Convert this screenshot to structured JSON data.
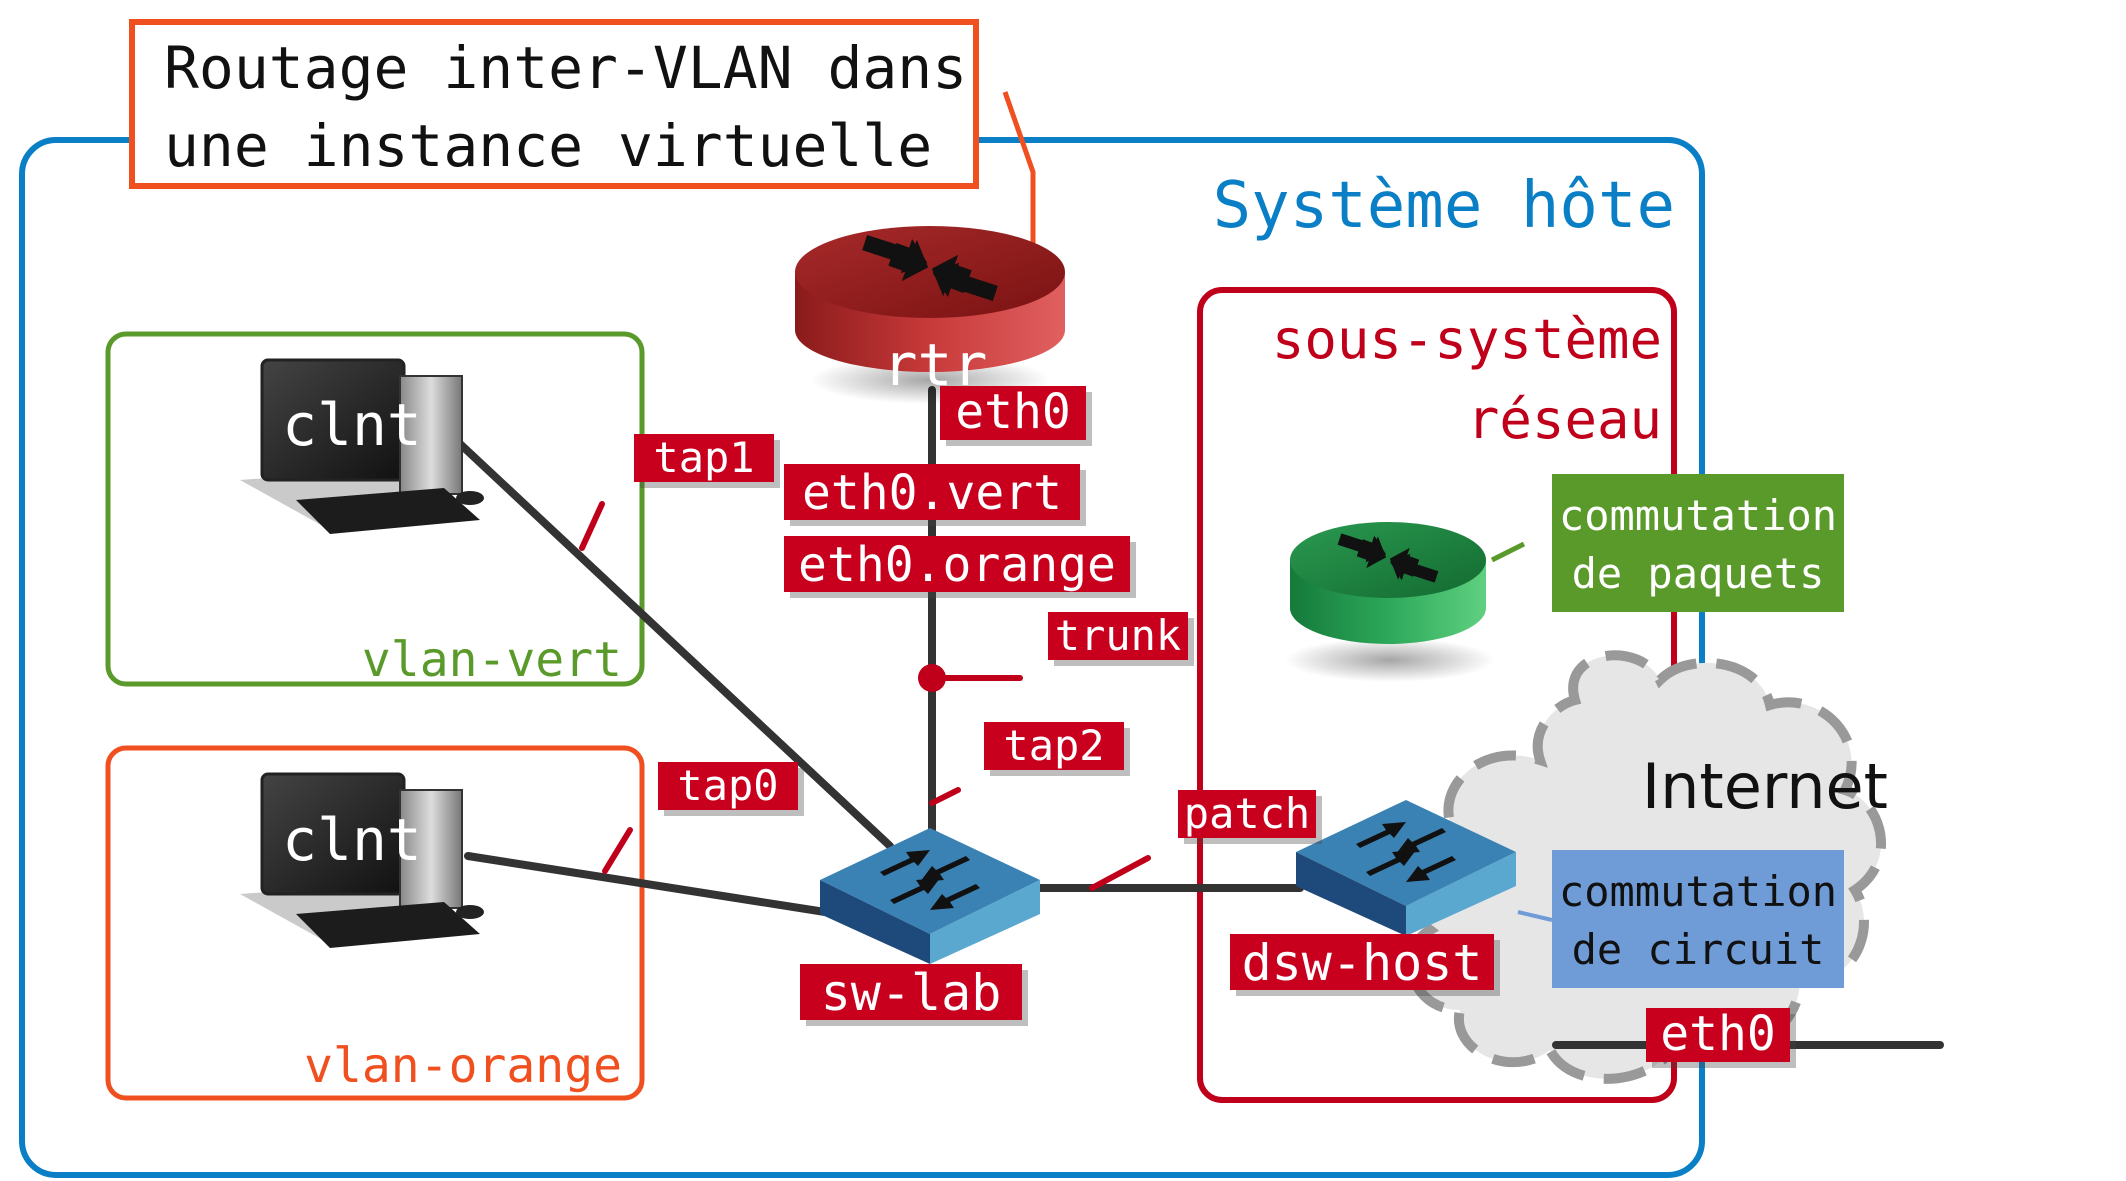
{
  "colors": {
    "host_blue": "#0a7fc6",
    "subsystem_red": "#c0001a",
    "tag_red": "#c8001e",
    "green": "#5a9a2a",
    "orange": "#f05020",
    "cable": "#333333",
    "cloud_gray": "#999999",
    "cloud_fill": "#e6e6e6",
    "blue_box": "#6f9bd6"
  },
  "title": {
    "line1": "Routage inter-VLAN dans",
    "line2": "une instance virtuelle"
  },
  "host_label": "Système hôte",
  "subsystem": {
    "line1": "sous-système",
    "line2": "réseau"
  },
  "vlans": {
    "green": "vlan-vert",
    "orange": "vlan-orange"
  },
  "clients": {
    "top": "clnt",
    "bottom": "clnt"
  },
  "router": {
    "name": "rtr",
    "iface": "eth0"
  },
  "subinterfaces": {
    "vert": "eth0.vert",
    "orange": "eth0.orange"
  },
  "tags": {
    "tap1": "tap1",
    "tap0": "tap0",
    "tap2": "tap2",
    "trunk": "trunk",
    "patch": "patch"
  },
  "switches": {
    "lab": "sw-lab",
    "host": "dsw-host"
  },
  "internet": {
    "label": "Internet",
    "iface": "eth0"
  },
  "notes": {
    "packet_line1": "commutation",
    "packet_line2": "de paquets",
    "circuit_line1": "commutation",
    "circuit_line2": "de circuit"
  }
}
